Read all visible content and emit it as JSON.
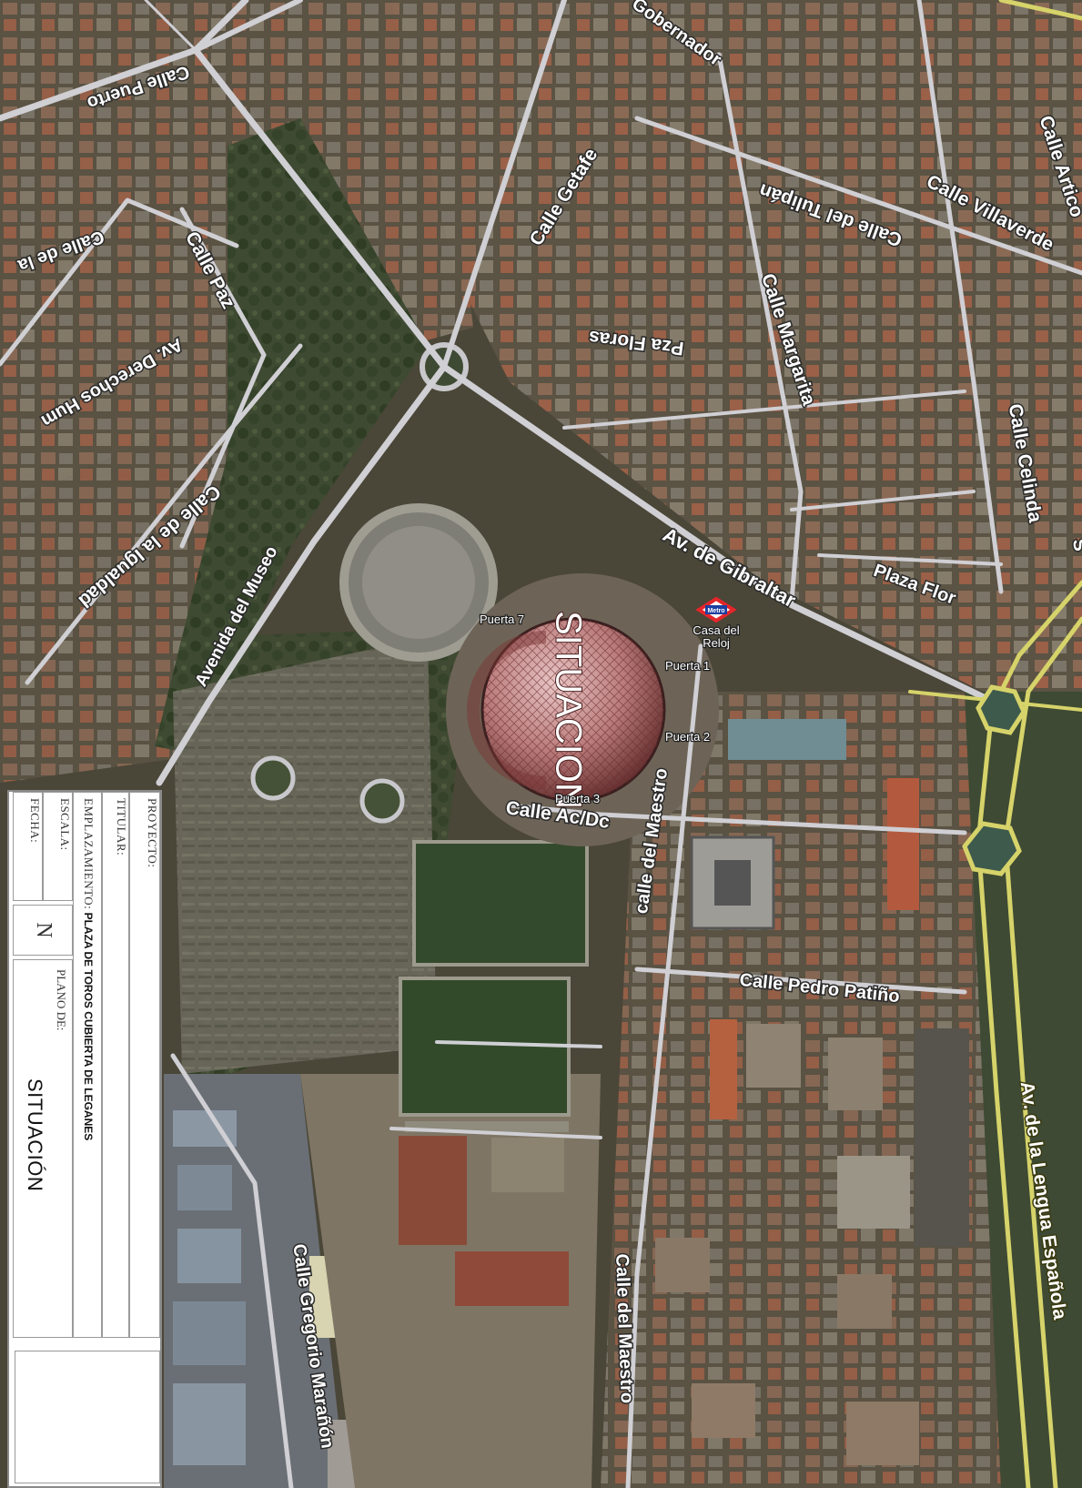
{
  "map": {
    "labels": {
      "calle_puerto": "Calle Puerto",
      "calle_de_la": "Calle de la",
      "calle_paz": "Calle Paz",
      "av_derechos_hum": "Av. Derechos Hum",
      "calle_igualdad": "Calle de la Igualdad",
      "avenida_museo": "Avenida del Museo",
      "gobernador": "Gobernador",
      "calle_getafe": "Calle Getafe",
      "calle_tulipan": "Calle del Tulipán",
      "calle_artico": "Calle Artico",
      "calle_villaverde": "Calle Villaverde",
      "pza_floras": "Pza Floras",
      "calle_margarita": "Calle Margarita",
      "calle_celinda": "Calle Celinda",
      "av_gibraltar": "Av. de Gibraltar",
      "plaza_flor": "Plaza Flor",
      "calle_acdc": "Calle Ac/Dc",
      "calle_maestro_1": "calle del Maestro",
      "calle_pedro_patino": "Calle Pedro Patiño",
      "calle_maestro_2": "Calle del Maestro",
      "calle_gregorio_maranon": "Calle Gregorio Marañón",
      "av_lengua_espanola": "Av. de la Lengua Española",
      "edge_label": "S"
    },
    "gates": {
      "puerta_7": "Puerta 7",
      "puerta_1": "Puerta 1",
      "puerta_2": "Puerta 2",
      "puerta_3": "Puerta 3"
    },
    "metro": {
      "logo_text": "Metro",
      "station": "Casa del Reloj",
      "station_line1": "Casa del",
      "station_line2": "Reloj"
    },
    "situacion_marker": "SITUACION",
    "colors": {
      "marker_red": "#b43b3b",
      "metro_red": "#e3262a",
      "metro_blue": "#1d3fa0",
      "road_yellow": "#d6d36a"
    }
  },
  "title_block": {
    "proyecto_label": "PROYECTO:",
    "titular_label": "TITULAR:",
    "emplazamiento_label": "EMPLAZAMIENTO:",
    "emplazamiento_value": "PLAZA DE TOROS CUBIERTA DE LEGANES",
    "escala_label": "ESCALA:",
    "fecha_label": "FECHA:",
    "north_symbol": "N",
    "plano_de_label": "PLANO DE:",
    "plano_value": "SITUACIÓN"
  }
}
